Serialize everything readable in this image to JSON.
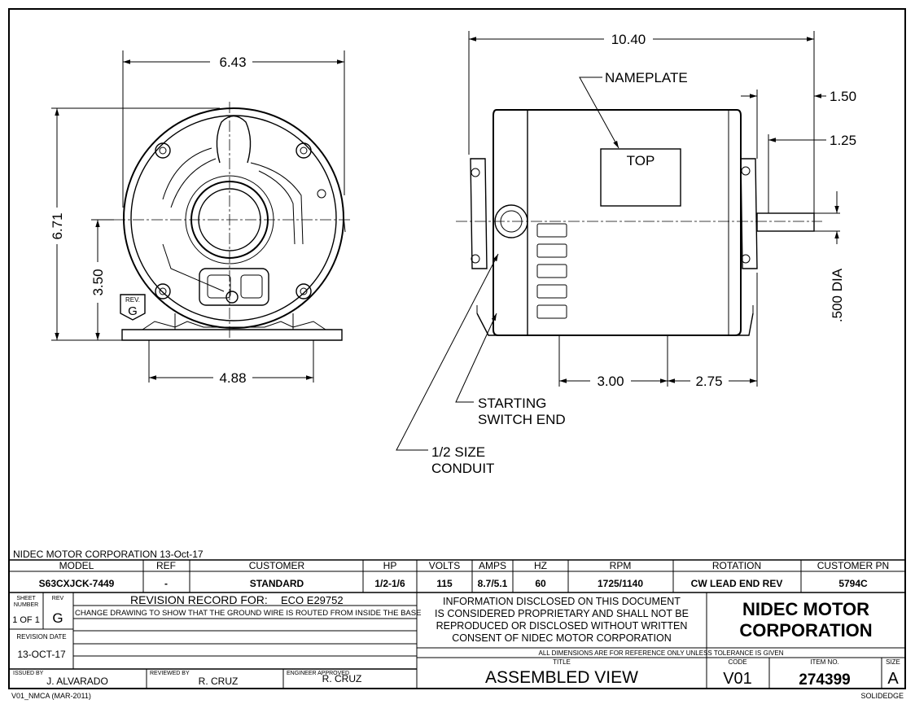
{
  "dimensions": {
    "front_width": "6.43",
    "front_height": "6.71",
    "shaft_height": "3.50",
    "base_width": "4.88",
    "overall_length": "10.40",
    "shaft_ext_1": "1.50",
    "shaft_ext_2": "1.25",
    "shaft_dia": ".500 DIA",
    "mount_a": "3.00",
    "mount_b": "2.75"
  },
  "callouts": {
    "nameplate": "NAMEPLATE",
    "top": "TOP",
    "starting_1": "STARTING",
    "starting_2": "SWITCH END",
    "conduit_1": "1/2 SIZE",
    "conduit_2": "CONDUIT",
    "rev_label": "REV.",
    "rev_letter": "G"
  },
  "title_block": {
    "company_date": "NIDEC MOTOR CORPORATION 13-Oct-17",
    "headers": {
      "model": "MODEL",
      "ref": "REF",
      "customer": "CUSTOMER",
      "hp": "HP",
      "volts": "VOLTS",
      "amps": "AMPS",
      "hz": "HZ",
      "rpm": "RPM",
      "rotation": "ROTATION",
      "customer_pn": "CUSTOMER PN"
    },
    "values": {
      "model": "S63CXJCK-7449",
      "ref": "-",
      "customer": "STANDARD",
      "hp": "1/2-1/6",
      "volts": "115",
      "amps": "8.7/5.1",
      "hz": "60",
      "rpm": "1725/1140",
      "rotation": "CW LEAD END REV",
      "customer_pn": "5794C"
    },
    "sheet_label_1": "SHEET",
    "sheet_label_2": "NUMBER",
    "sheet_value": "1 OF 1",
    "rev_label": "REV",
    "rev_value": "G",
    "revision_record_label": "REVISION RECORD FOR:",
    "revision_record_eco": "ECO E29752",
    "revision_text": "CHANGE DRAWING TO SHOW THAT THE GROUND WIRE IS ROUTED FROM INSIDE THE BASE",
    "revision_date_label": "REVISION DATE",
    "revision_date": "13-OCT-17",
    "disclosure": [
      "INFORMATION DISCLOSED ON THIS DOCUMENT",
      "IS CONSIDERED PROPRIETARY AND SHALL NOT BE",
      "REPRODUCED OR DISCLOSED WITHOUT WRITTEN",
      "CONSENT OF NIDEC MOTOR CORPORATION"
    ],
    "company_1": "NIDEC MOTOR",
    "company_2": "CORPORATION",
    "dims_note": "ALL DIMENSIONS ARE FOR REFERENCE ONLY UNLESS TOLERANCE IS GIVEN",
    "issued_by_label": "ISSUED BY",
    "issued_by": "J. ALVARADO",
    "reviewed_by_label": "REVIEWED BY",
    "reviewed_by": "R. CRUZ",
    "engineer_label": "ENGINEER APPROVED",
    "engineer": "R. CRUZ",
    "title_label": "TITLE",
    "title": "ASSEMBLED VIEW",
    "code_label": "CODE",
    "code": "V01",
    "item_label": "ITEM NO.",
    "item": "274399",
    "size_label": "SIZE",
    "size": "A",
    "form_id": "V01_NMCA (MAR-2011)",
    "software": "SOLIDEDGE"
  }
}
